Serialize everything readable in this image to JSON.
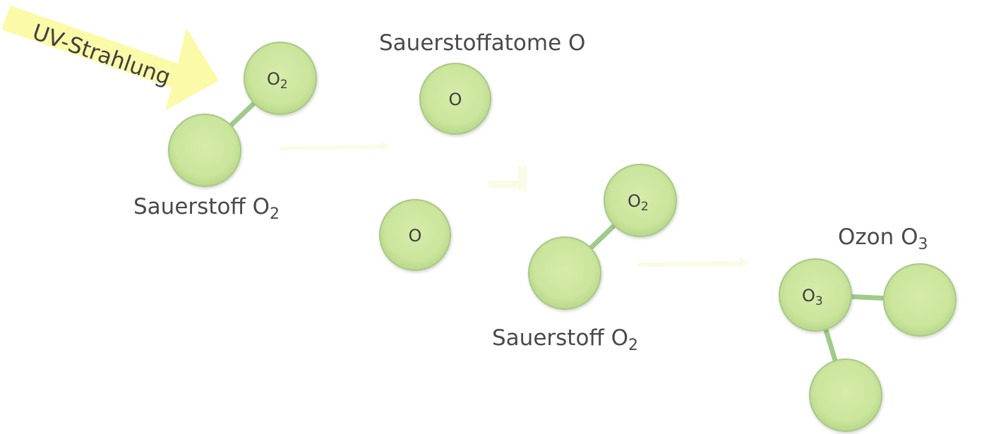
{
  "uv": {
    "label": "UV-Strahlung",
    "color": "#fafaa9"
  },
  "labels": {
    "sauerstoff1": {
      "text": "Sauerstoff O",
      "sub": "2"
    },
    "atome": {
      "text": "Sauerstoffatome O"
    },
    "sauerstoff2": {
      "text": "Sauerstoff O",
      "sub": "2"
    },
    "ozon": {
      "text": "Ozon O",
      "sub": "3"
    }
  },
  "atoms": {
    "o2_first": {
      "symbol": "O",
      "sub": "2"
    },
    "o_atom_top": {
      "symbol": "O"
    },
    "o_atom_bottom": {
      "symbol": "O"
    },
    "o2_second": {
      "symbol": "O",
      "sub": "2"
    },
    "o3": {
      "symbol": "O",
      "sub": "3"
    }
  },
  "colors": {
    "atom_fill_center": "#d3eaa6",
    "atom_fill_edge": "#bedd8e",
    "atom_stroke": "#a9c987",
    "bond": "#9fcb8a",
    "text": "#4a4a4a"
  }
}
